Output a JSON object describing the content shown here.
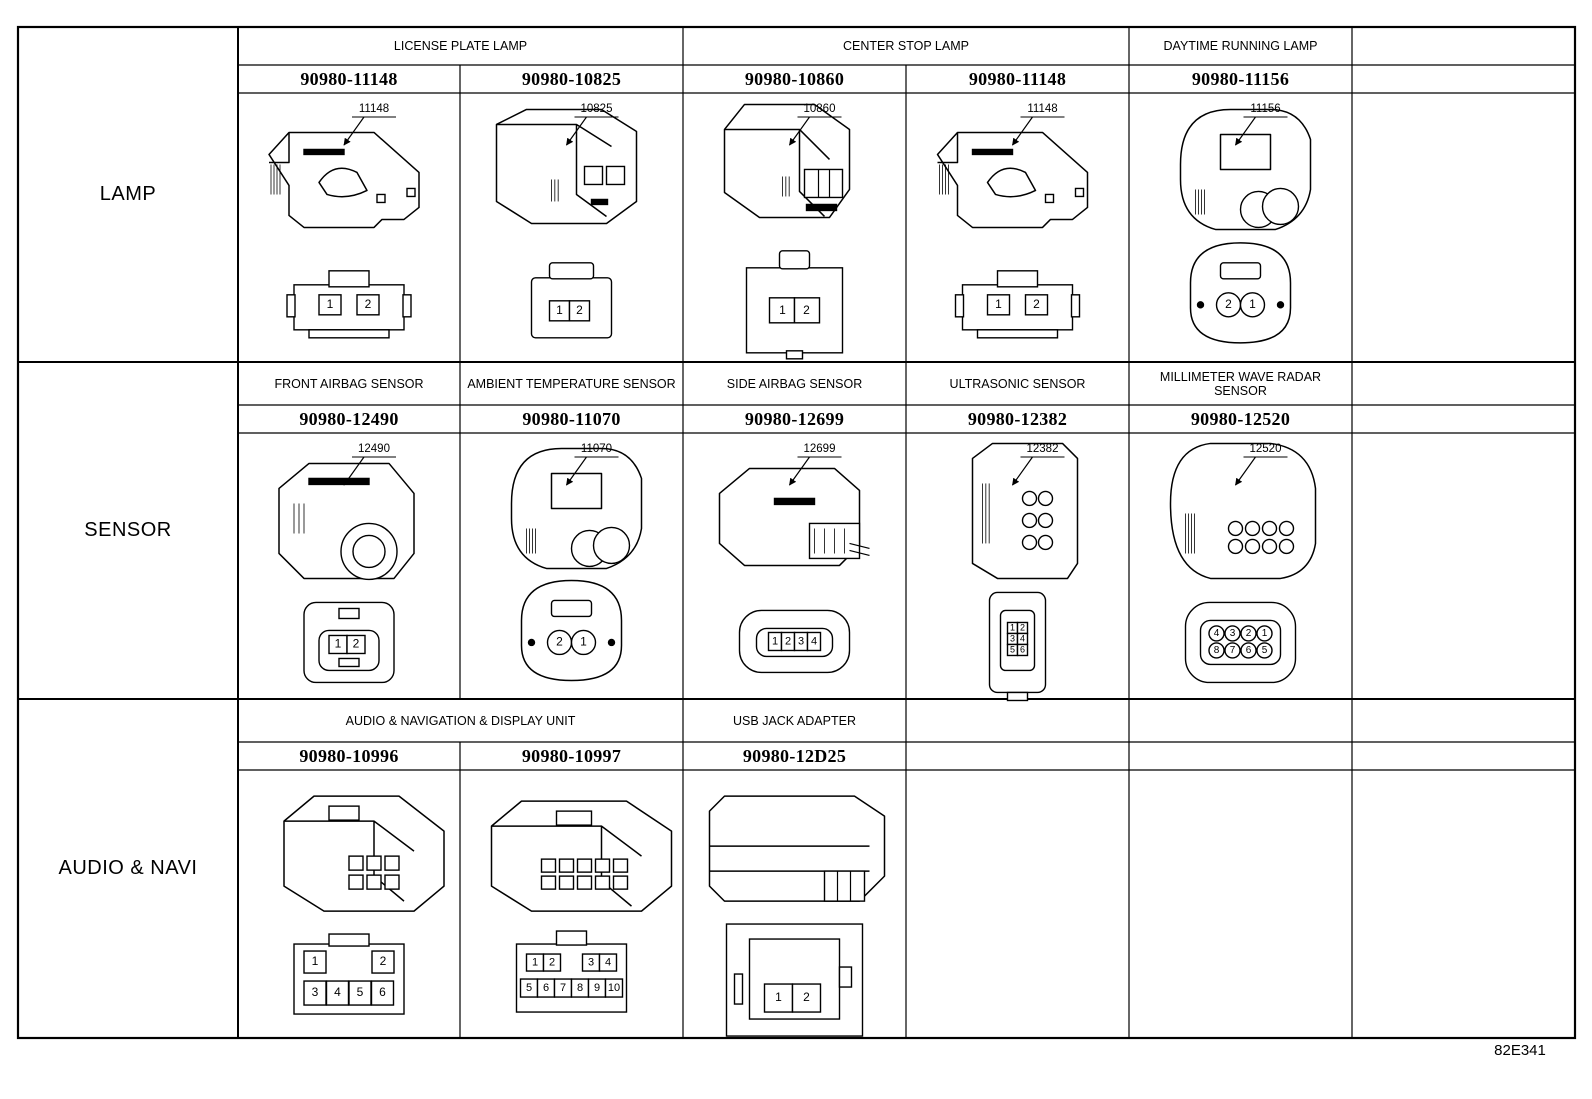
{
  "sections": [
    {
      "name": "LAMP",
      "functions": [
        {
          "label": "LICENSE PLATE LAMP",
          "span": 2
        },
        {
          "label": "CENTER STOP LAMP",
          "span": 2
        },
        {
          "label": "DAYTIME RUNNING LAMP",
          "span": 1
        },
        {
          "label": "",
          "span": 1
        }
      ],
      "connectors": [
        {
          "part": "90980-11148",
          "callout": "11148",
          "kind": "clip",
          "pins": [
            "1",
            "2"
          ]
        },
        {
          "part": "90980-10825",
          "callout": "10825",
          "kind": "box",
          "pins": [
            "1",
            "2"
          ]
        },
        {
          "part": "90980-10860",
          "callout": "10860",
          "kind": "box-tall",
          "pins": [
            "1",
            "2"
          ]
        },
        {
          "part": "90980-11148",
          "callout": "11148",
          "kind": "clip",
          "pins": [
            "1",
            "2"
          ]
        },
        {
          "part": "90980-11156",
          "callout": "11156",
          "kind": "round-2",
          "pins": [
            "2",
            "1"
          ]
        },
        {
          "part": "",
          "callout": "",
          "kind": "",
          "pins": []
        }
      ]
    },
    {
      "name": "SENSOR",
      "functions": [
        {
          "label": "FRONT AIRBAG SENSOR",
          "span": 1
        },
        {
          "label": "AMBIENT TEMPERATURE SENSOR",
          "span": 1
        },
        {
          "label": "SIDE AIRBAG SENSOR",
          "span": 1
        },
        {
          "label": "ULTRASONIC SENSOR",
          "span": 1
        },
        {
          "label": "MILLIMETER WAVE RADAR SENSOR",
          "span": 1
        },
        {
          "label": "",
          "span": 1
        }
      ],
      "connectors": [
        {
          "part": "90980-12490",
          "callout": "12490",
          "kind": "airbag",
          "pins": [
            "1",
            "2"
          ]
        },
        {
          "part": "90980-11070",
          "callout": "11070",
          "kind": "round-2",
          "pins": [
            "2",
            "1"
          ]
        },
        {
          "part": "90980-12699",
          "callout": "12699",
          "kind": "oval-4",
          "pins": [
            "1",
            "2",
            "3",
            "4"
          ]
        },
        {
          "part": "90980-12382",
          "callout": "12382",
          "kind": "tall-6",
          "pins": [
            "1",
            "2",
            "3",
            "4",
            "5",
            "6"
          ]
        },
        {
          "part": "90980-12520",
          "callout": "12520",
          "kind": "round-8",
          "pins": [
            "4",
            "3",
            "2",
            "1",
            "8",
            "7",
            "6",
            "5"
          ]
        },
        {
          "part": "",
          "callout": "",
          "kind": "",
          "pins": []
        }
      ]
    },
    {
      "name": "AUDIO & NAVI",
      "functions": [
        {
          "label": "AUDIO & NAVIGATION & DISPLAY UNIT",
          "span": 2
        },
        {
          "label": "USB JACK ADAPTER",
          "span": 1
        },
        {
          "label": "",
          "span": 1
        },
        {
          "label": "",
          "span": 1
        },
        {
          "label": "",
          "span": 1
        }
      ],
      "connectors": [
        {
          "part": "90980-10996",
          "callout": "",
          "kind": "multi-6",
          "pins": [
            "1",
            "2",
            "3",
            "4",
            "5",
            "6"
          ]
        },
        {
          "part": "90980-10997",
          "callout": "",
          "kind": "multi-10",
          "pins": [
            "1",
            "2",
            "3",
            "4",
            "5",
            "6",
            "7",
            "8",
            "9",
            "10"
          ]
        },
        {
          "part": "90980-12D25",
          "callout": "",
          "kind": "usb",
          "pins": [
            "1",
            "2"
          ]
        },
        {
          "part": "",
          "callout": "",
          "kind": "",
          "pins": []
        },
        {
          "part": "",
          "callout": "",
          "kind": "",
          "pins": []
        },
        {
          "part": "",
          "callout": "",
          "kind": "",
          "pins": []
        }
      ]
    }
  ],
  "figure_code": "82E341"
}
